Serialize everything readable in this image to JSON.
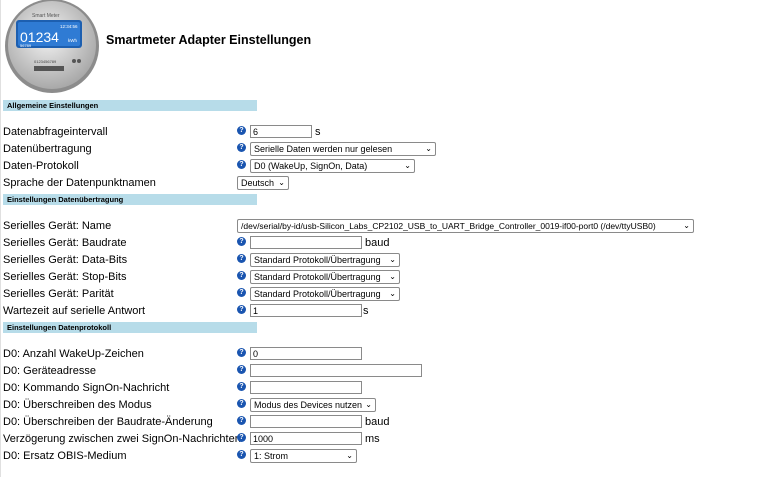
{
  "header": {
    "title": "Smartmeter Adapter Einstellungen",
    "meter": {
      "brand": "Smart Meter",
      "display": "01234",
      "unit": "kWh",
      "time": "12:34:56",
      "small": "56789",
      "serial": "0123456789"
    }
  },
  "sections": {
    "general": "Allgemeine Einstellungen",
    "transfer": "Einstellungen Datenübertragung",
    "protocol": "Einstellungen Datenprotokoll"
  },
  "fields": {
    "interval": {
      "label": "Datenabfrageintervall",
      "value": "6",
      "unit": "s"
    },
    "transfer": {
      "label": "Datenübertragung",
      "value": "Serielle Daten werden nur gelesen"
    },
    "protocol": {
      "label": "Daten-Protokoll",
      "value": "D0 (WakeUp, SignOn, Data)"
    },
    "language": {
      "label": "Sprache der Datenpunktnamen",
      "value": "Deutsch"
    },
    "device": {
      "label": "Serielles Gerät: Name",
      "value": "/dev/serial/by-id/usb-Silicon_Labs_CP2102_USB_to_UART_Bridge_Controller_0019-if00-port0 (/dev/ttyUSB0)"
    },
    "baud": {
      "label": "Serielles Gerät: Baudrate",
      "value": "",
      "unit": "baud"
    },
    "databits": {
      "label": "Serielles Gerät: Data-Bits",
      "value": "Standard Protokoll/Übertragung"
    },
    "stopbits": {
      "label": "Serielles Gerät: Stop-Bits",
      "value": "Standard Protokoll/Übertragung"
    },
    "parity": {
      "label": "Serielles Gerät: Parität",
      "value": "Standard Protokoll/Übertragung"
    },
    "wait": {
      "label": "Wartezeit auf serielle Antwort",
      "value": "1",
      "unit": "s"
    },
    "wakeup": {
      "label": "D0: Anzahl WakeUp-Zeichen",
      "value": "0"
    },
    "address": {
      "label": "D0: Geräteadresse",
      "value": ""
    },
    "signon": {
      "label": "D0: Kommando SignOn-Nachricht",
      "value": ""
    },
    "mode": {
      "label": "D0: Überschreiben des Modus",
      "value": "Modus des Devices nutzen"
    },
    "baudchange": {
      "label": "D0: Überschreiben der Baudrate-Änderung",
      "value": "",
      "unit": "baud"
    },
    "delay": {
      "label": "Verzögerung zwischen zwei SignOn-Nachrichten",
      "value": "1000",
      "unit": "ms"
    },
    "obis": {
      "label": "D0: Ersatz OBIS-Medium",
      "value": "1: Strom"
    }
  },
  "icons": {
    "help": "help-icon",
    "chevron": "chevron-down-icon"
  },
  "colors": {
    "section_bg": "#b7dce9",
    "help_icon": "#1a55b0"
  }
}
